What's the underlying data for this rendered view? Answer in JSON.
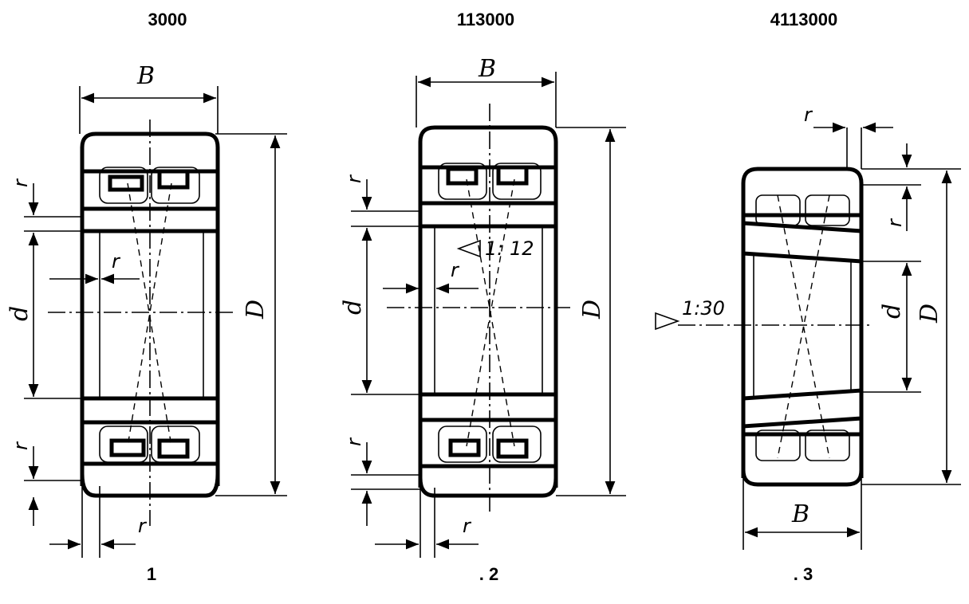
{
  "headers": [
    "3000",
    "113000",
    "4113000"
  ],
  "captions": [
    "1",
    ". 2",
    ". 3"
  ],
  "dimension_labels": {
    "width": "B",
    "outer_diameter": "D",
    "bore": "d",
    "chamfer": "r"
  },
  "tapers": {
    "fig2": "1: 12",
    "fig3": "1:30"
  }
}
